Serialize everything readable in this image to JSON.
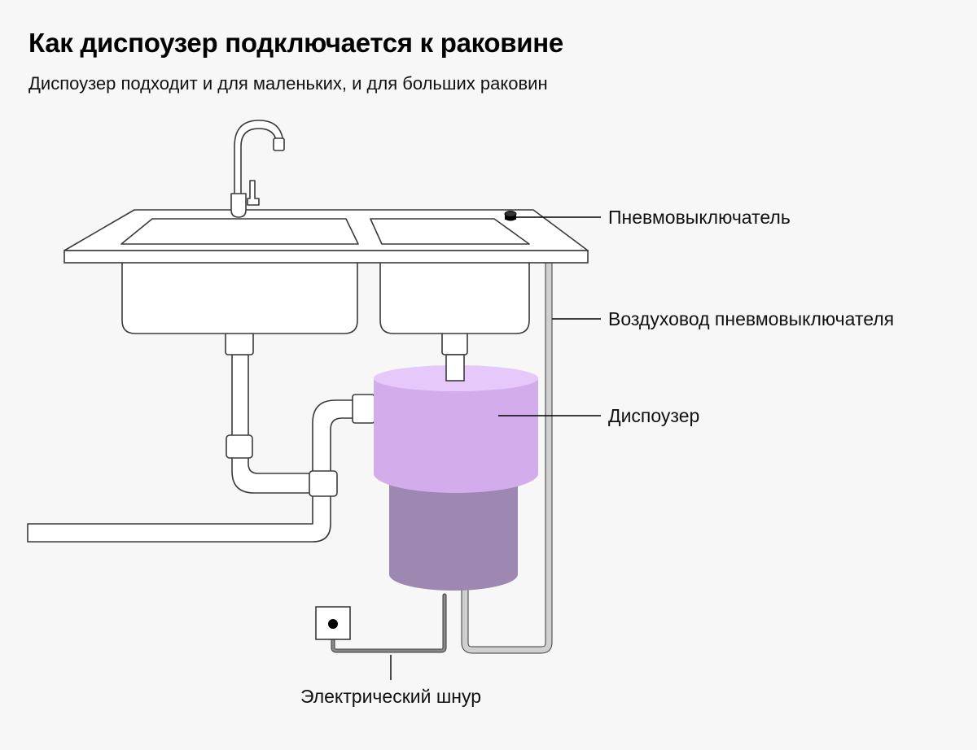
{
  "header": {
    "title": "Как диспоузер подключается к раковине",
    "subtitle": "Диспоузер подходит и для маленьких, и для больших раковин"
  },
  "labels": {
    "air_switch": "Пневмовыключатель",
    "air_tube": "Воздуховод пневмовыключателя",
    "disposer": "Диспоузер",
    "power_cord": "Электрический шнур"
  },
  "colors": {
    "background": "#f7f7f7",
    "disposer_top": "#e6c8fb",
    "disposer_body": "#d3acec",
    "motor_body": "#9c88b0",
    "outline": "#3a3a3a",
    "air_tube": "#d0d0d0",
    "power_cord": "#8a8a8a"
  }
}
